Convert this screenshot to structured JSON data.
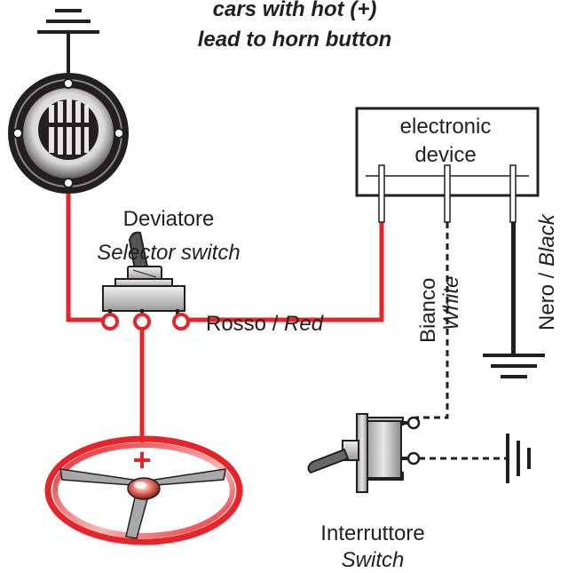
{
  "header": {
    "line1": "cars with hot (+)",
    "line2": "lead to horn button"
  },
  "device": {
    "line1": "electronic",
    "line2": "device"
  },
  "selector_switch": {
    "it_label": "Deviatore",
    "en_label": "Selector switch"
  },
  "wires": {
    "red": {
      "it": "Rosso / ",
      "en": "Red"
    },
    "white": {
      "it": "Bianco",
      "en": "White"
    },
    "black": {
      "it": "Nero / ",
      "en": "Black"
    }
  },
  "switch": {
    "it_label": "Interruttore",
    "en_label": "Switch"
  },
  "steering": {
    "plus_symbol": "+"
  },
  "icons": [
    "ground-icon",
    "horn-icon",
    "toggle-switch-icon",
    "steering-wheel-icon",
    "rocker-switch-icon"
  ],
  "colors": {
    "red_wire": "#e8242b",
    "black_wire": "#231f20",
    "white_wire_dash": "#231f20"
  }
}
